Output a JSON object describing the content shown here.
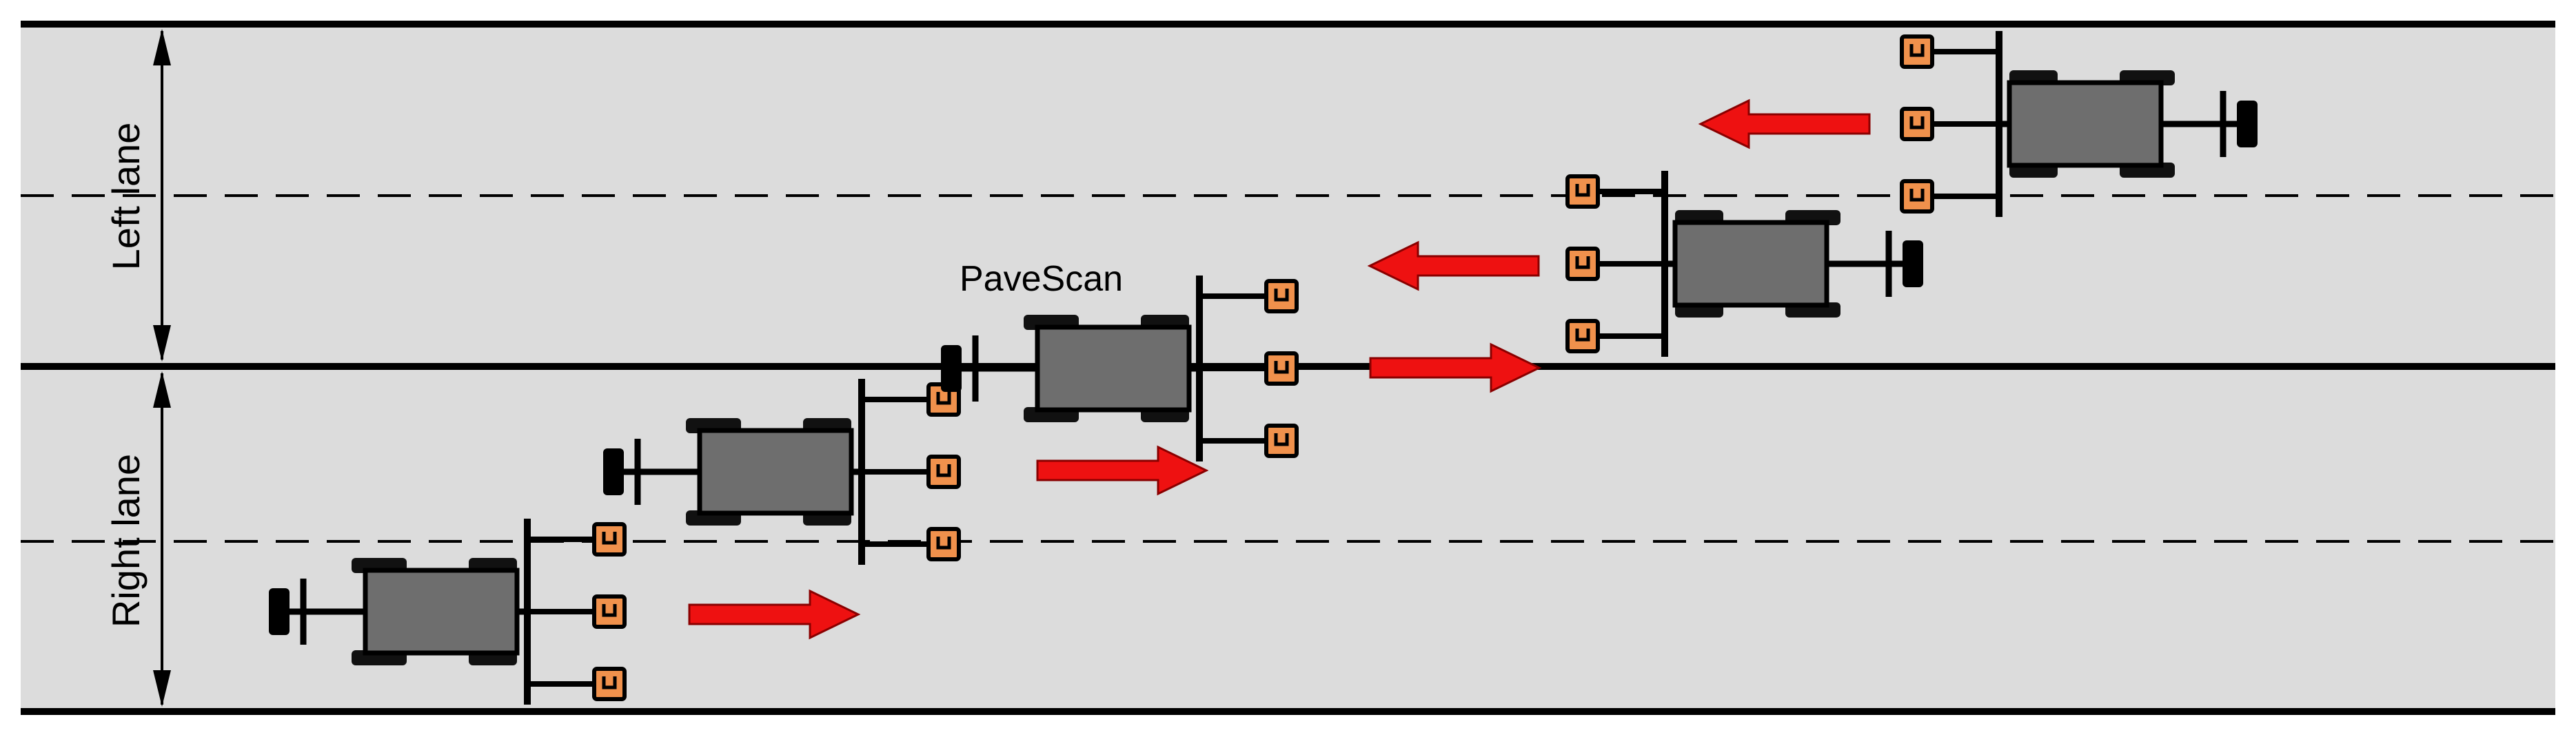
{
  "labels": {
    "left_lane": "Left lane",
    "right_lane": "Right lane",
    "device": "PaveScan"
  },
  "colors": {
    "road": "#dcdcdc",
    "line": "#000000",
    "body": "#6e6e6e",
    "sensor": "#f0914c",
    "arrow": "#ee1111"
  },
  "vehicles": [
    {
      "id": "vehicle-1",
      "lane": "right",
      "direction": "right"
    },
    {
      "id": "vehicle-2",
      "lane": "right",
      "direction": "right"
    },
    {
      "id": "vehicle-3",
      "lane": "right",
      "direction": "right",
      "labeled": true
    },
    {
      "id": "vehicle-4",
      "lane": "left",
      "direction": "left"
    },
    {
      "id": "vehicle-5",
      "lane": "left",
      "direction": "left"
    }
  ]
}
